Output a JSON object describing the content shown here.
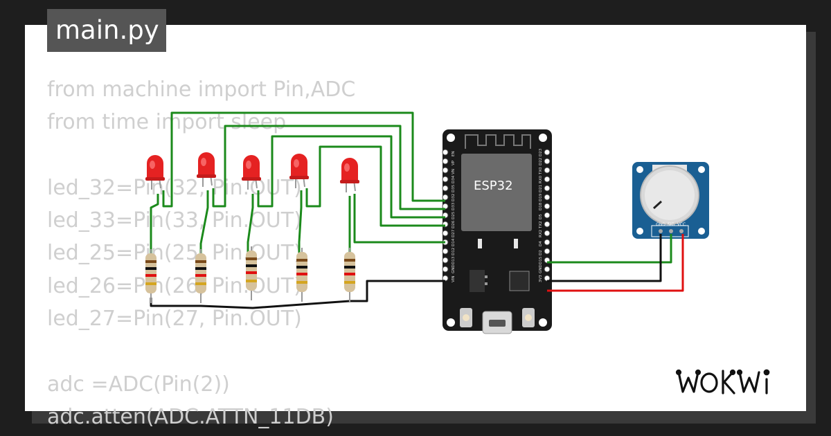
{
  "file_tab": {
    "label": "main.py"
  },
  "code": {
    "lines": [
      "from machine import Pin,ADC",
      "from time import sleep",
      "",
      "led_32=Pin(32, Pin.OUT)",
      "led_33=Pin(33, Pin.OUT)",
      "led_25=Pin(25, Pin.OUT)",
      "led_26=Pin(26, Pin.OUT)",
      "led_27=Pin(27, Pin.OUT)",
      "",
      "adc =ADC(Pin(2))",
      "adc.atten(ADC.ATTN_11DB)"
    ]
  },
  "board": {
    "label": "ESP32",
    "left_pins": [
      "EN",
      "VP",
      "VN",
      "D34",
      "D35",
      "D32",
      "D33",
      "D25",
      "D26",
      "D27",
      "D14",
      "D12",
      "D13",
      "GND",
      "VIN"
    ],
    "right_pins": [
      "D23",
      "D22",
      "TX0",
      "RX0",
      "D21",
      "D19",
      "D18",
      "D5",
      "TX2",
      "RX2",
      "D4",
      "D2",
      "D15",
      "GND",
      "3V3"
    ]
  },
  "potentiometer": {
    "pins": [
      "GND",
      "SIG",
      "VCC"
    ]
  },
  "colors": {
    "wire_green": "#1b8a1b",
    "wire_black": "#111111",
    "wire_red": "#e01010",
    "led_red": "#e52222",
    "board_black": "#1a1a1a",
    "pot_blue": "#1a5f93"
  },
  "logo": {
    "text": "WOKWi"
  }
}
